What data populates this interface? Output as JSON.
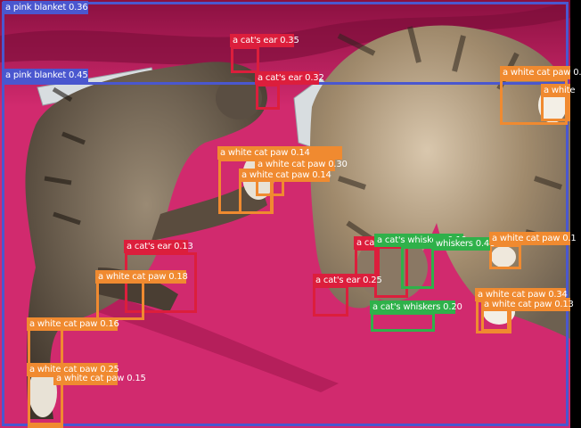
{
  "palette": {
    "blanket": "#d12a6e",
    "blanket_shadow": "#8a1040",
    "cat_tabby": "#6d6050",
    "cat_light": "#d9c7ad",
    "remote": "#d8dde0"
  },
  "category_colors": {
    "a pink blanket": "#4a57cf",
    "a cat's ear": "#dc1e3c",
    "a white cat paw": "#f08a30",
    "a cat's whiskers": "#2fb14a"
  },
  "detections": [
    {
      "label": "a pink blanket",
      "score": "0.36",
      "text": "a pink blanket 0.36"
    },
    {
      "label": "a pink blanket",
      "score": "0.45",
      "text": "a pink blanket 0.45"
    },
    {
      "label": "a cat's ear",
      "score": "0.35",
      "text": "a cat's ear 0.35"
    },
    {
      "label": "a cat's ear",
      "score": "0.32",
      "text": "a cat's ear 0.32"
    },
    {
      "label": "a white cat paw",
      "score": "0.14",
      "text": "a white cat paw 0.14"
    },
    {
      "label": "a white cat paw",
      "score": "0.30",
      "text": "a white cat paw 0.30"
    },
    {
      "label": "a white cat paw",
      "score": "0.14",
      "text": "a white cat paw 0.14"
    },
    {
      "label": "a white cat paw",
      "score": "",
      "text": "a white cat paw 0."
    },
    {
      "label": "a white cat paw",
      "score": "",
      "text": "a white"
    },
    {
      "label": "a cat's ear",
      "score": "0.13",
      "text": "a cat's ear 0.13"
    },
    {
      "label": "a white cat paw",
      "score": "0.18",
      "text": "a white cat paw 0.18"
    },
    {
      "label": "a white cat paw",
      "score": "0.16",
      "text": "a white cat paw 0.16"
    },
    {
      "label": "a white cat paw",
      "score": "0.25",
      "text": "a white cat paw 0.25"
    },
    {
      "label": "a white cat paw",
      "score": "",
      "text": "a white cat paw 0.15"
    },
    {
      "label": "a cat's ear",
      "score": "",
      "text": "a ca"
    },
    {
      "label": "a cat's whiskers",
      "score": "0.19",
      "text": "a cat's whiskers 0.19"
    },
    {
      "label": "a cat's whiskers",
      "score": "0.46",
      "text": "whiskers 0.46"
    },
    {
      "label": "a cat's ear",
      "score": "0.25",
      "text": "a cat's ear 0.25"
    },
    {
      "label": "a cat's whiskers",
      "score": "0.20",
      "text": "a cat's whiskers 0.20"
    },
    {
      "label": "a white cat paw",
      "score": "",
      "text": "a white cat paw 0.1"
    },
    {
      "label": "a white cat paw",
      "score": "0.34",
      "text": "a white cat paw 0.34"
    },
    {
      "label": "a white cat paw",
      "score": "0.13",
      "text": "a white cat paw 0.13"
    }
  ]
}
